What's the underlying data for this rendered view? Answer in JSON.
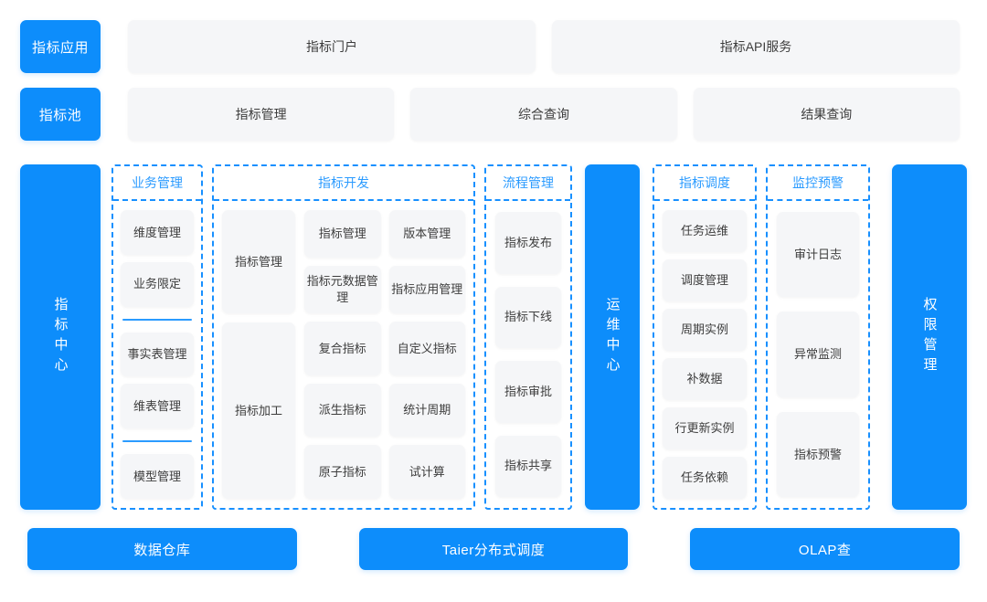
{
  "colors": {
    "brand_blue": "#0d8dfb",
    "dashed_blue": "#1890ff",
    "title_blue": "#2b9bff",
    "tile_grey": "#f5f6f8",
    "text_dark": "#3d3d3d",
    "page_bg": "#ffffff"
  },
  "rows": {
    "application": {
      "tag": "指标应用",
      "cells": [
        "指标门户",
        "指标API服务"
      ]
    },
    "pool": {
      "tag": "指标池",
      "cells": [
        "指标管理",
        "综合查询",
        "结果查询"
      ]
    }
  },
  "center_bar": {
    "label": "指标中心"
  },
  "ops_bar": {
    "label": "运维中心"
  },
  "auth_bar": {
    "label": "权限管理"
  },
  "groups": {
    "business": {
      "title": "业务管理",
      "items_a": [
        "维度管理",
        "业务限定"
      ],
      "items_b": [
        "事实表管理",
        "维表管理"
      ],
      "items_c": [
        "模型管理"
      ]
    },
    "develop": {
      "title": "指标开发",
      "left": [
        "指标管理",
        "指标加工"
      ],
      "section_a": [
        [
          "指标管理",
          "版本管理"
        ],
        [
          "指标元数据管理",
          "指标应用管理"
        ]
      ],
      "section_b": [
        [
          "复合指标",
          "自定义指标"
        ],
        [
          "派生指标",
          "统计周期"
        ],
        [
          "原子指标",
          "试计算"
        ]
      ]
    },
    "flow": {
      "title": "流程管理",
      "items": [
        "指标发布",
        "指标下线",
        "指标审批",
        "指标共享"
      ]
    },
    "schedule": {
      "title": "指标调度",
      "items": [
        "任务运维",
        "调度管理",
        "周期实例",
        "补数据",
        "行更新实例",
        "任务依赖"
      ]
    },
    "monitor": {
      "title": "监控预警",
      "items": [
        "审计日志",
        "异常监测",
        "指标预警"
      ]
    }
  },
  "base_row": {
    "cells": [
      "数据仓库",
      "Taier分布式调度",
      "OLAP查"
    ]
  }
}
